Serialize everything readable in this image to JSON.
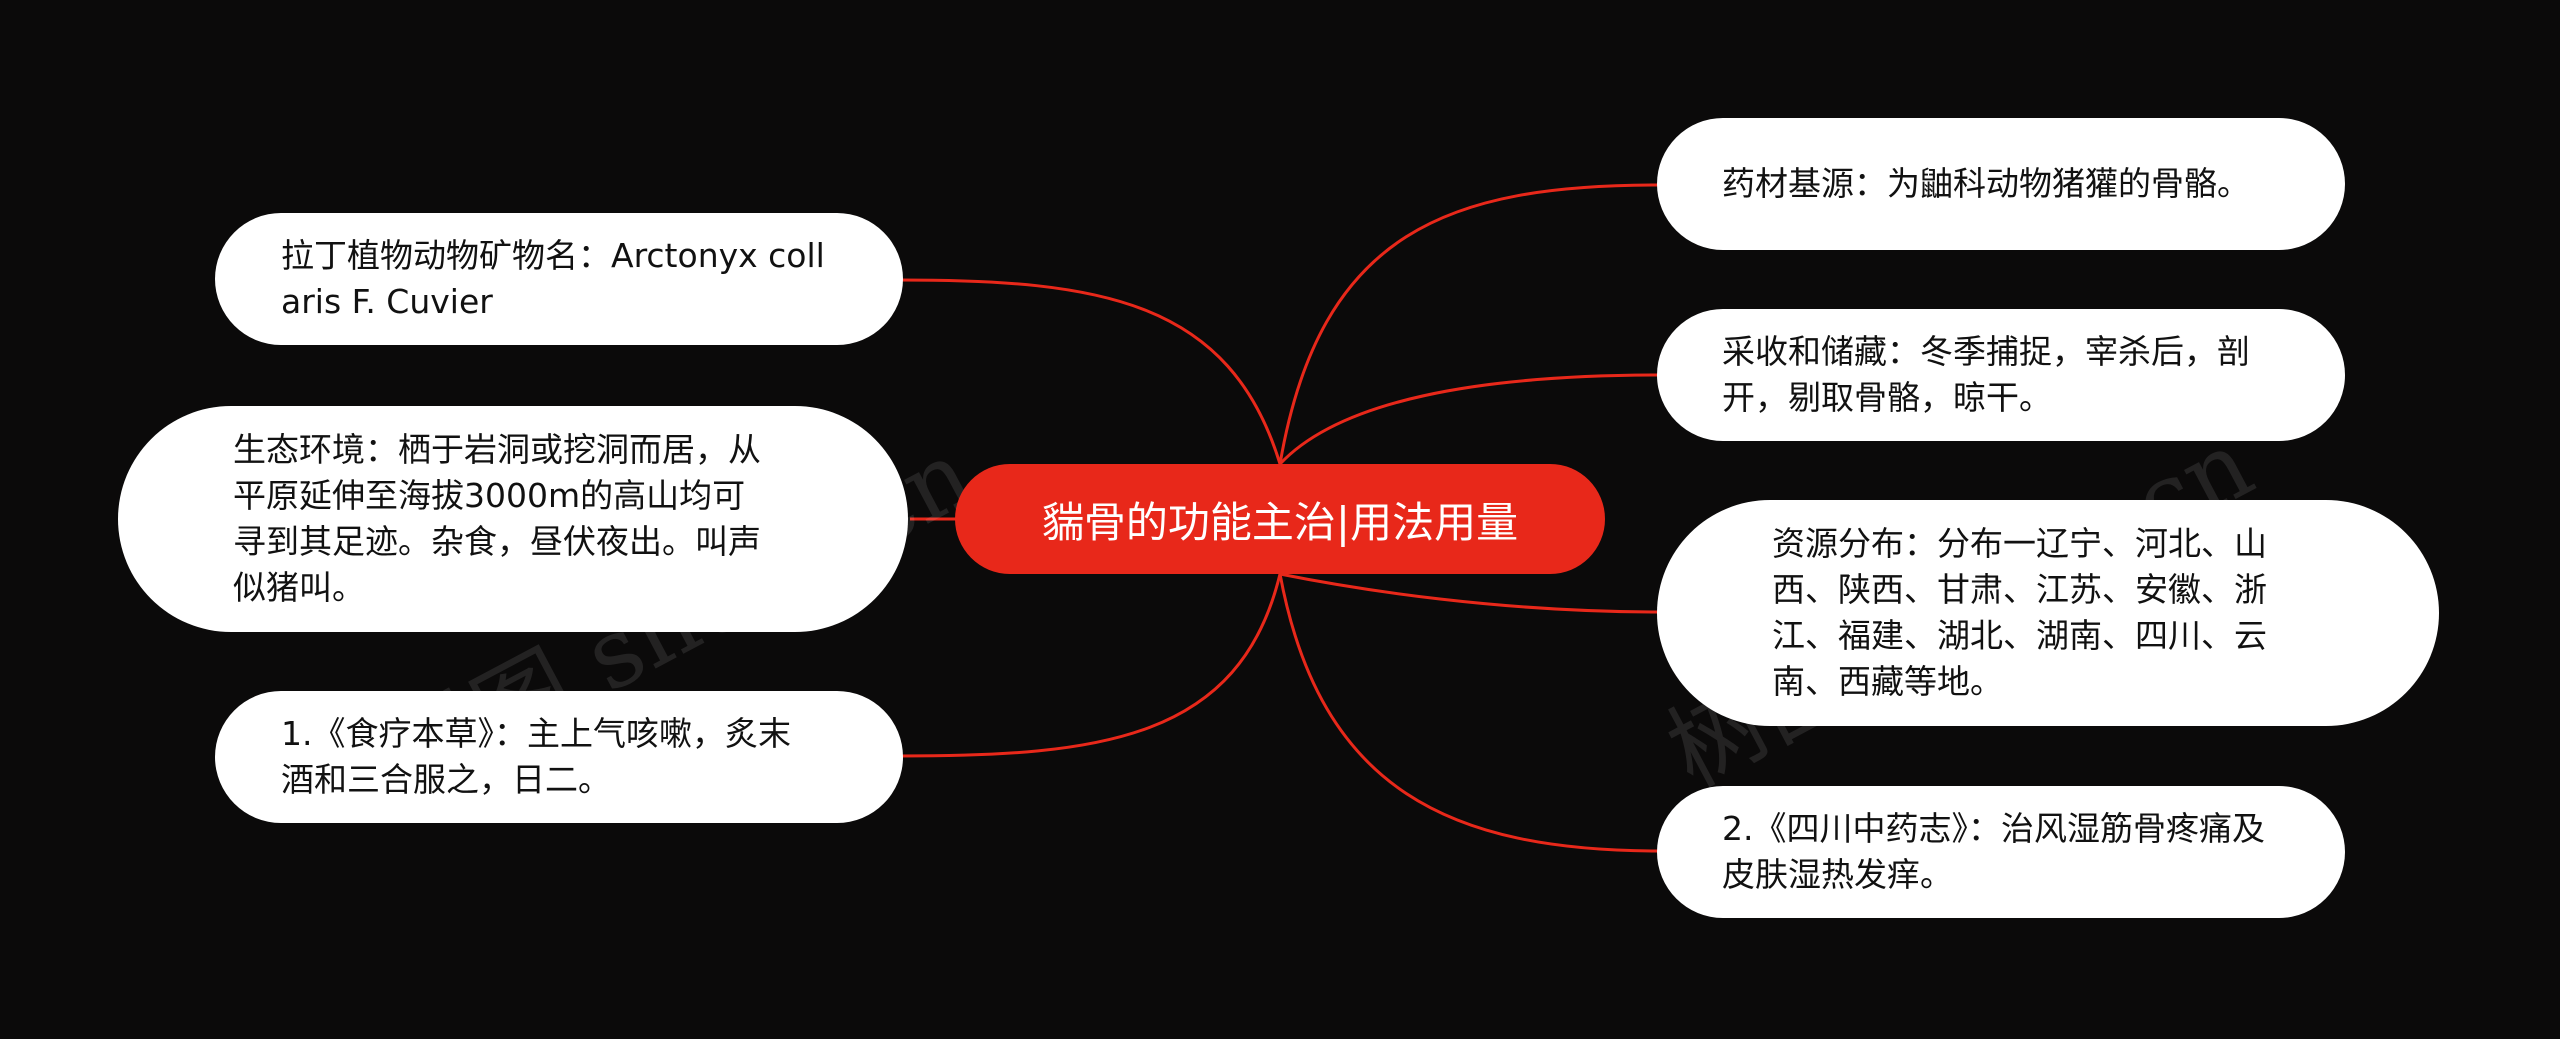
{
  "root": {
    "label": "貒骨的功能主治|用法用量"
  },
  "left_nodes": [
    {
      "label": "拉丁植物动物矿物名：Arctonyx collaris F. Cuvier"
    },
    {
      "label": "生态环境：栖于岩洞或挖洞而居，从平原延伸至海拔3000m的高山均可寻到其足迹。杂食，昼伏夜出。叫声似猪叫。"
    },
    {
      "label": "1.《食疗本草》：主上气咳嗽，炙末酒和三合服之，日二。"
    }
  ],
  "right_nodes": [
    {
      "label": "药材基源：为鼬科动物猪獾的骨骼。"
    },
    {
      "label": "采收和储藏：冬季捕捉，宰杀后，剖开，剔取骨骼，晾干。"
    },
    {
      "label": "资源分布：分布一辽宁、河北、山西、陕西、甘肃、江苏、安徽、浙江、福建、湖北、湖南、四川、云南、西藏等地。"
    },
    {
      "label": "2.《四川中药志》：治风湿筋骨疼痛及皮肤湿热发痒。"
    }
  ],
  "watermarks": [
    "树图 shutu.cn",
    "树图 shutu.cn"
  ],
  "colors": {
    "background": "#0b0a0a",
    "root_fill": "#e8281a",
    "link_stroke": "#e8281a",
    "node_fill": "#ffffff",
    "node_text": "#111111"
  }
}
